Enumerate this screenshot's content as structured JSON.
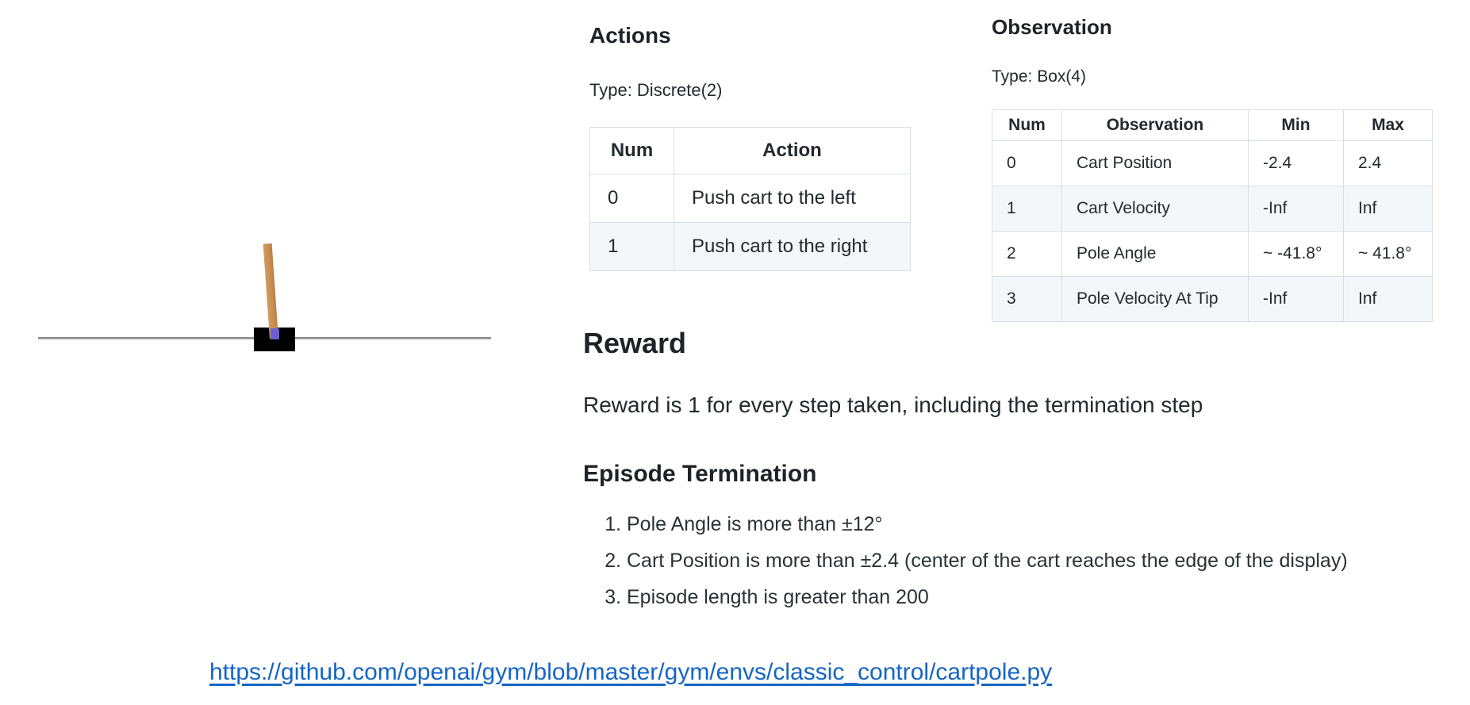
{
  "cartpole_figure": {
    "description": "cartpole-environment-render",
    "track_color": "#8d8d8d",
    "cart_color": "#000000",
    "pole_color": "#c98f52",
    "axle_color": "#6b5fd0"
  },
  "actions": {
    "title": "Actions",
    "type_label": "Type: Discrete(2)",
    "table": {
      "headers": {
        "num": "Num",
        "action": "Action"
      },
      "rows": [
        {
          "num": "0",
          "action": "Push cart to the left"
        },
        {
          "num": "1",
          "action": "Push cart to the right"
        }
      ]
    }
  },
  "observation": {
    "title": "Observation",
    "type_label": "Type: Box(4)",
    "table": {
      "headers": {
        "num": "Num",
        "observation": "Observation",
        "min": "Min",
        "max": "Max"
      },
      "rows": [
        {
          "num": "0",
          "observation": "Cart Position",
          "min": "-2.4",
          "max": "2.4"
        },
        {
          "num": "1",
          "observation": "Cart Velocity",
          "min": "-Inf",
          "max": "Inf"
        },
        {
          "num": "2",
          "observation": "Pole Angle",
          "min": "~ -41.8°",
          "max": "~ 41.8°"
        },
        {
          "num": "3",
          "observation": "Pole Velocity At Tip",
          "min": "-Inf",
          "max": "Inf"
        }
      ]
    }
  },
  "reward": {
    "title": "Reward",
    "description": "Reward is 1 for every step taken, including the termination step"
  },
  "episode_termination": {
    "title": "Episode Termination",
    "items": [
      "Pole Angle is more than ±12°",
      "Cart Position is more than ±2.4 (center of the cart reaches the edge of the display)",
      "Episode length is greater than 200"
    ]
  },
  "source_link": {
    "text": "https://github.com/openai/gym/blob/master/gym/envs/classic_control/cartpole.py",
    "href": "https://github.com/openai/gym/blob/master/gym/envs/classic_control/cartpole.py",
    "color": "#1565c6"
  }
}
